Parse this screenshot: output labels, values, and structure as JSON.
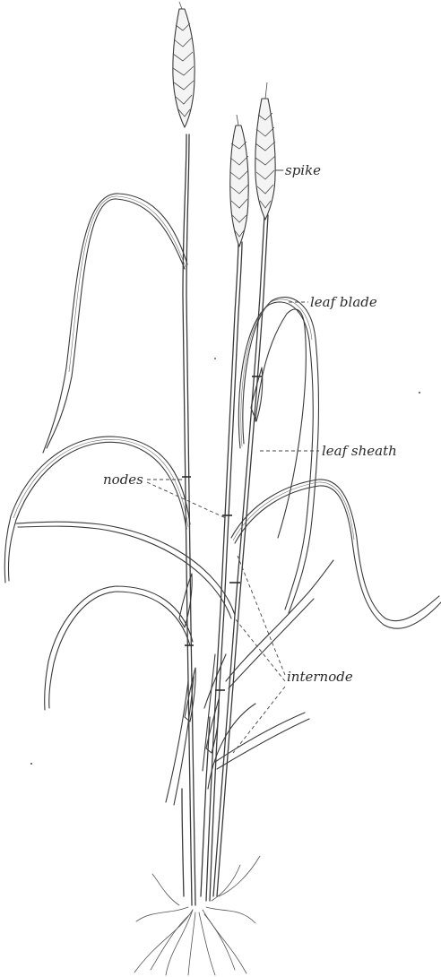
{
  "labels": {
    "spike": "spike",
    "leaf_blade": "leaf blade",
    "leaf_sheath": "leaf sheath",
    "nodes": "nodes",
    "internode": "internode"
  }
}
